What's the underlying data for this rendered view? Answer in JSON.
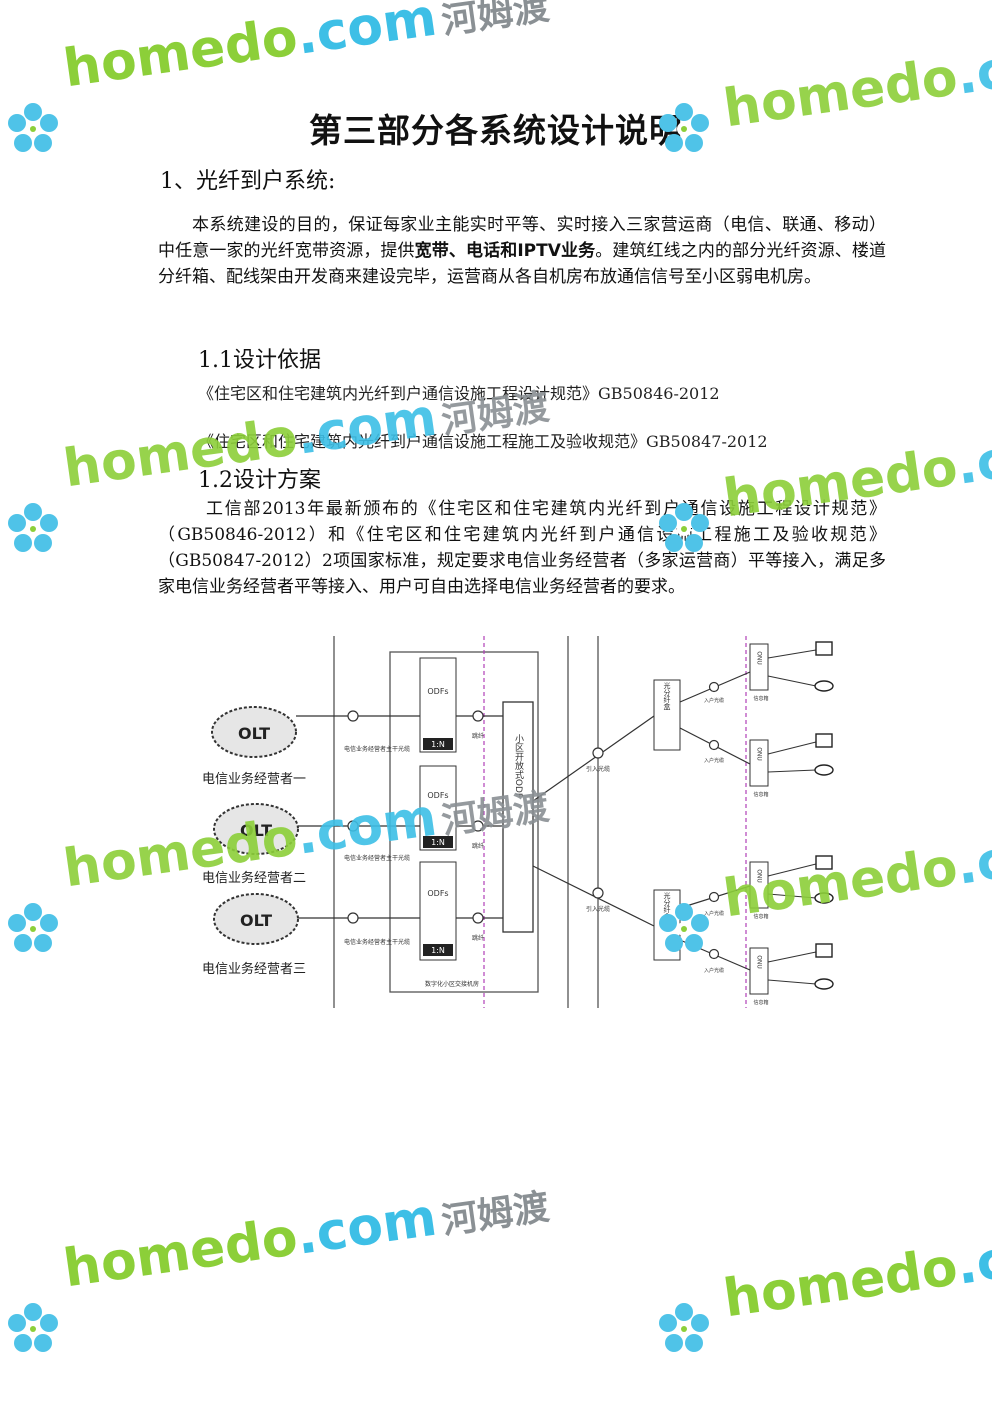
{
  "document": {
    "title": "第三部分各系统设计说明",
    "section1": {
      "heading": "1、光纤到户系统:",
      "para_part1": "本系统建设的目的，保证每家业主能实时平等、实时接入三家营运商（电信、联通、移动）中任意一家的光纤宽带资源，提供",
      "para_bold": "宽带、电话和IPTV业务",
      "para_part2": "。建筑红线之内的部分光纤资源、楼道分纤箱、配线架由开发商来建设完毕，运营商从各自机房布放通信信号至小区弱电机房。"
    },
    "section11": {
      "heading": "1.1设计依据",
      "ref1": "《住宅区和住宅建筑内光纤到户通信设施工程设计规范》GB50846-2012",
      "ref2": "《住宅区和住宅建筑内光纤到户通信设施工程施工及验收规范》GB50847-2012"
    },
    "section12": {
      "heading": "1.2设计方案",
      "para": "工信部2013年最新颁布的《住宅区和住宅建筑内光纤到户通信设施工程设计规范》（GB50846-2012）和《住宅区和住宅建筑内光纤到户通信设施工程施工及验收规范》（GB50847-2012）2项国家标准，规定要求电信业务经营者（多家运营商）平等接入，满足多家电信业务经营者平等接入、用户可自由选择电信业务经营者的要求。"
    }
  },
  "diagram": {
    "olt_label": "OLT",
    "operators": [
      "电信业务经营者一",
      "电信业务经营者二",
      "电信业务经营者三"
    ],
    "trunk_label": "电信业务经营者主干光缆",
    "odf_label": "ODFs",
    "splitter_ratio": "1:N",
    "jumper_label": "跳纤",
    "central_odf": "小区开放式ODF",
    "room_label": "数字化小区交接机房",
    "dist_box": "光分纤盒",
    "drop_cable": "引入光缆",
    "home_cable": "入户光缆",
    "onu_label": "ONU",
    "home_box": "信息箱"
  },
  "watermark": {
    "word": "homedo",
    "dot_com": ".com",
    "cn": "河姆渡",
    "colors": {
      "word": "#8ccf39",
      "dot_com": "#3dbfe6",
      "cn": "#8a9094",
      "flower": "#4fc3e8"
    }
  }
}
